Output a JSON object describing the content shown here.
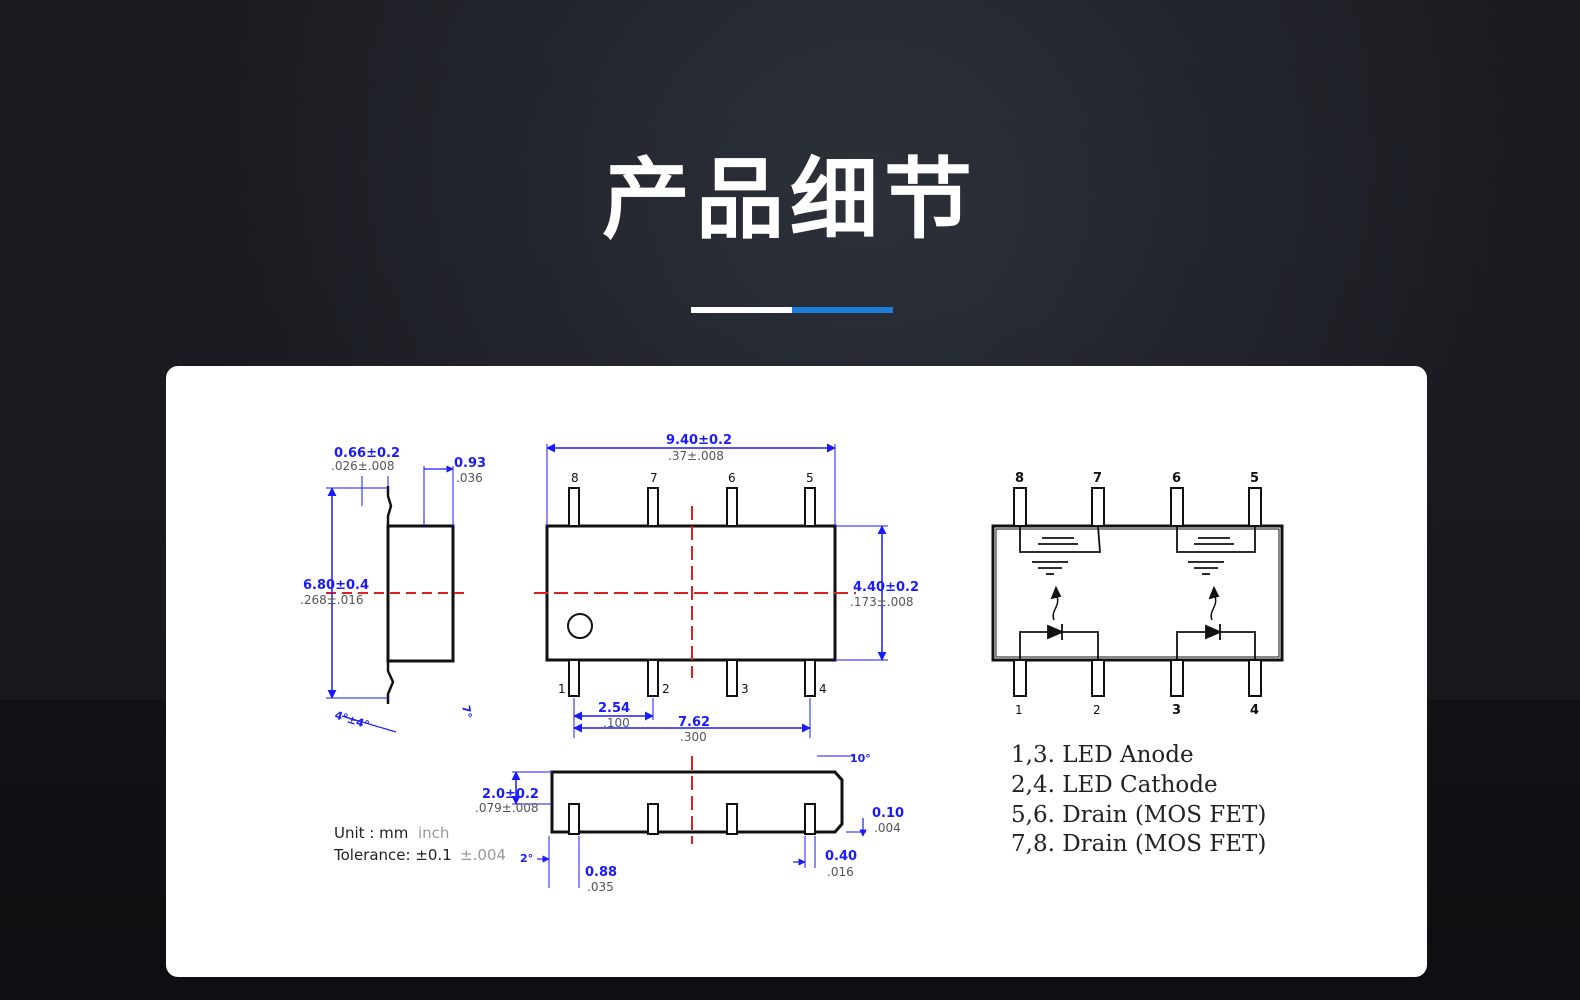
{
  "page": {
    "title": "产品细节"
  },
  "colors": {
    "accent_blue": "#1e7ddb",
    "dimension_blue": "#1a1aff",
    "centerline_red": "#e02020",
    "outline": "#111111"
  },
  "diagram": {
    "side_view": {
      "lead_width_mm": "0.66±0.2",
      "lead_width_in": ".026±.008",
      "lead_offset_mm": "0.93",
      "lead_offset_in": ".036",
      "height_mm": "6.80±0.4",
      "height_in": ".268±.016",
      "angle_label": "4°±4°",
      "angle_small": "7°"
    },
    "top_view": {
      "width_mm": "9.40±0.2",
      "width_in": ".37±.008",
      "body_mm": "4.40±0.2",
      "body_in": ".173±.008",
      "pitch_mm": "2.54",
      "pitch_in": ".100",
      "span_mm": "7.62",
      "span_in": ".300",
      "top_pins": [
        "8",
        "7",
        "6",
        "5"
      ],
      "bottom_pins": [
        "1",
        "2",
        "3",
        "4"
      ]
    },
    "front_view": {
      "thickness_mm": "2.0±0.2",
      "thickness_in": ".079±.008",
      "standoff_mm": "0.10",
      "standoff_in": ".004",
      "lead_mm": "0.40",
      "lead_in": ".016",
      "foot_mm": "0.88",
      "foot_in": ".035",
      "angle_right": "10°",
      "angle_left": "2°"
    },
    "units": {
      "unit_label": "Unit : mm",
      "unit_inch": "inch",
      "tolerance_label": "Tolerance: ±0.1",
      "tolerance_inch": "±.004"
    },
    "schematic": {
      "top_pins": [
        "8",
        "7",
        "6",
        "5"
      ],
      "bottom_pins": [
        "1",
        "2",
        "3",
        "4"
      ],
      "legend": [
        "1,3. LED Anode",
        "2,4. LED Cathode",
        "5,6. Drain (MOS FET)",
        "7,8. Drain (MOS FET)"
      ]
    }
  }
}
